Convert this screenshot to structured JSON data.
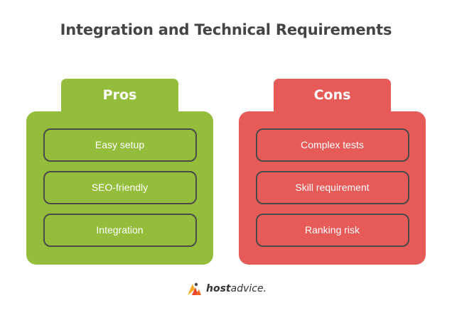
{
  "title": "Integration and Technical Requirements",
  "pros": {
    "header": "Pros",
    "items": [
      "Easy setup",
      "SEO-friendly",
      "Integration"
    ],
    "color": "#93bd3b"
  },
  "cons": {
    "header": "Cons",
    "items": [
      "Complex tests",
      "Skill requirement",
      "Ranking risk"
    ],
    "color": "#e65a58"
  },
  "logo": {
    "host": "host",
    "advice": "advice.",
    "icon": "hostadvice-logo-icon"
  }
}
